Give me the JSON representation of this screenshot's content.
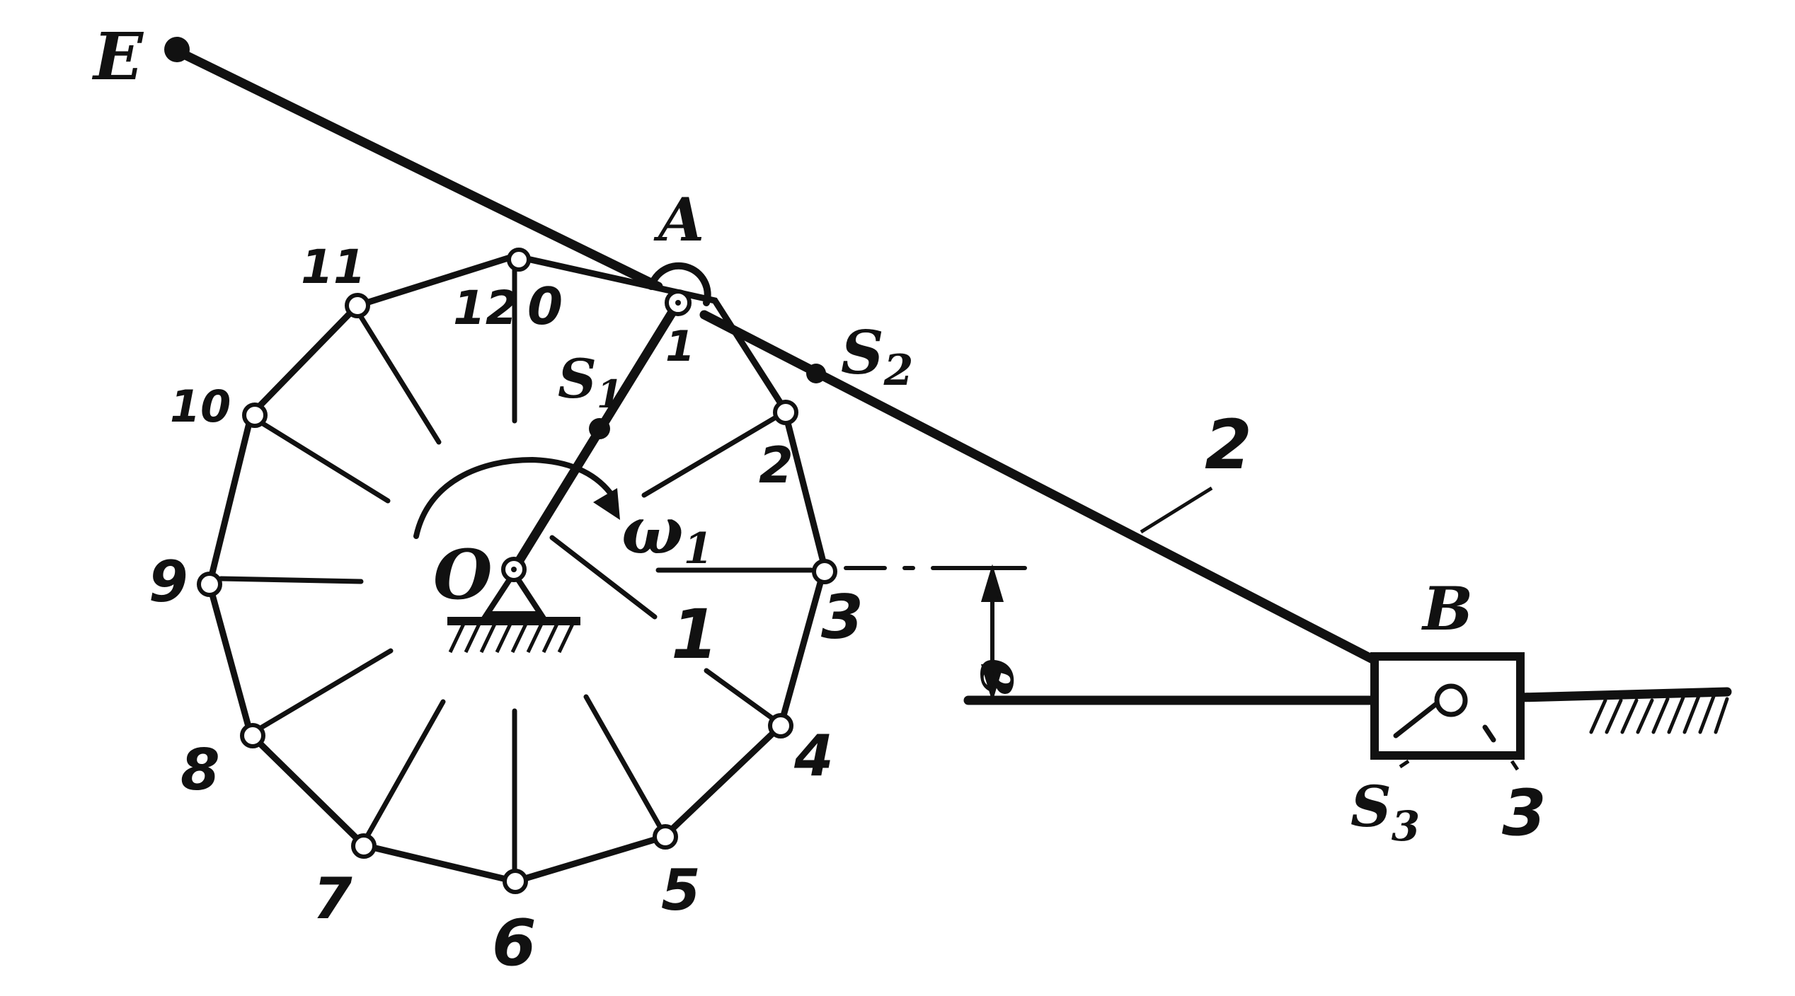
{
  "colors": {
    "ink": "#111111",
    "paper": "#ffffff"
  },
  "labels": {
    "E": "E",
    "A": "A",
    "B": "B",
    "O": "O",
    "S1": "S",
    "S1_sub": "1",
    "S2": "S",
    "S2_sub": "2",
    "S3": "S",
    "S3_sub": "3",
    "omega": "ω",
    "omega_sub": "1",
    "e": "e",
    "link1": "1",
    "link2": "2",
    "link3": "3",
    "pointA_index": "1"
  },
  "positions_labels": {
    "p0": "0",
    "p12": "12",
    "p2": "2",
    "p3": "3",
    "p4": "4",
    "p5": "5",
    "p6": "6",
    "p7": "7",
    "p8": "8",
    "p9": "9",
    "p10": "10",
    "p11": "11"
  },
  "icons": {
    "fixed_support": "ground-hatch-icon",
    "pin_joint": "pin-joint-icon",
    "rotation_arrow": "curved-arrow-icon"
  }
}
